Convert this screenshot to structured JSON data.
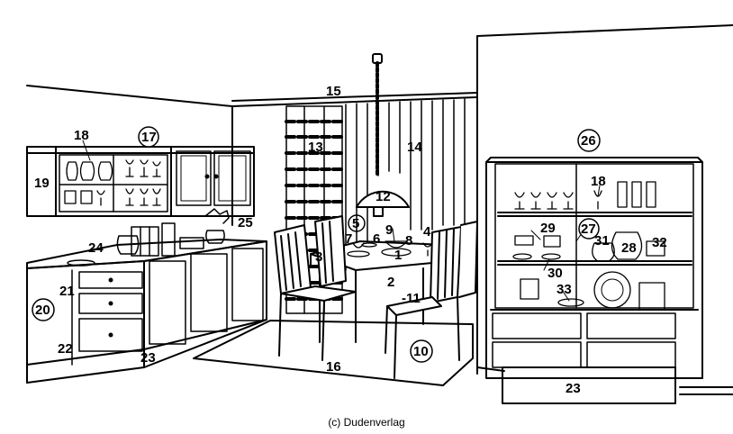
{
  "colors": {
    "ink": "#000000",
    "paper": "#ffffff"
  },
  "caption": "(c) Dudenverlag",
  "labels": [
    {
      "id": "n1",
      "text": "1"
    },
    {
      "id": "n2",
      "text": "2"
    },
    {
      "id": "n3",
      "text": "3"
    },
    {
      "id": "n4",
      "text": "4"
    },
    {
      "id": "n5",
      "text": "5",
      "circled": true
    },
    {
      "id": "n6",
      "text": "6"
    },
    {
      "id": "n7",
      "text": "7"
    },
    {
      "id": "n8",
      "text": "8"
    },
    {
      "id": "n9",
      "text": "9"
    },
    {
      "id": "n10",
      "text": "10",
      "circled": true
    },
    {
      "id": "n11",
      "text": "-11-"
    },
    {
      "id": "n12",
      "text": "12"
    },
    {
      "id": "n13",
      "text": "13"
    },
    {
      "id": "n14",
      "text": "14"
    },
    {
      "id": "n15",
      "text": "15"
    },
    {
      "id": "n16",
      "text": "16"
    },
    {
      "id": "n17",
      "text": "17",
      "circled": true
    },
    {
      "id": "n18a",
      "text": "18"
    },
    {
      "id": "n18b",
      "text": "18"
    },
    {
      "id": "n19",
      "text": "19"
    },
    {
      "id": "n20",
      "text": "20",
      "circled": true
    },
    {
      "id": "n21",
      "text": "21"
    },
    {
      "id": "n22",
      "text": "22"
    },
    {
      "id": "n23a",
      "text": "23"
    },
    {
      "id": "n23b",
      "text": "23"
    },
    {
      "id": "n24",
      "text": "24"
    },
    {
      "id": "n25",
      "text": "25"
    },
    {
      "id": "n26",
      "text": "26",
      "circled": true
    },
    {
      "id": "n27",
      "text": "27",
      "circled": true
    },
    {
      "id": "n28",
      "text": "28"
    },
    {
      "id": "n29",
      "text": "29"
    },
    {
      "id": "n30",
      "text": "30"
    },
    {
      "id": "n31",
      "text": "31"
    },
    {
      "id": "n32",
      "text": "32"
    },
    {
      "id": "n33",
      "text": "33"
    }
  ]
}
